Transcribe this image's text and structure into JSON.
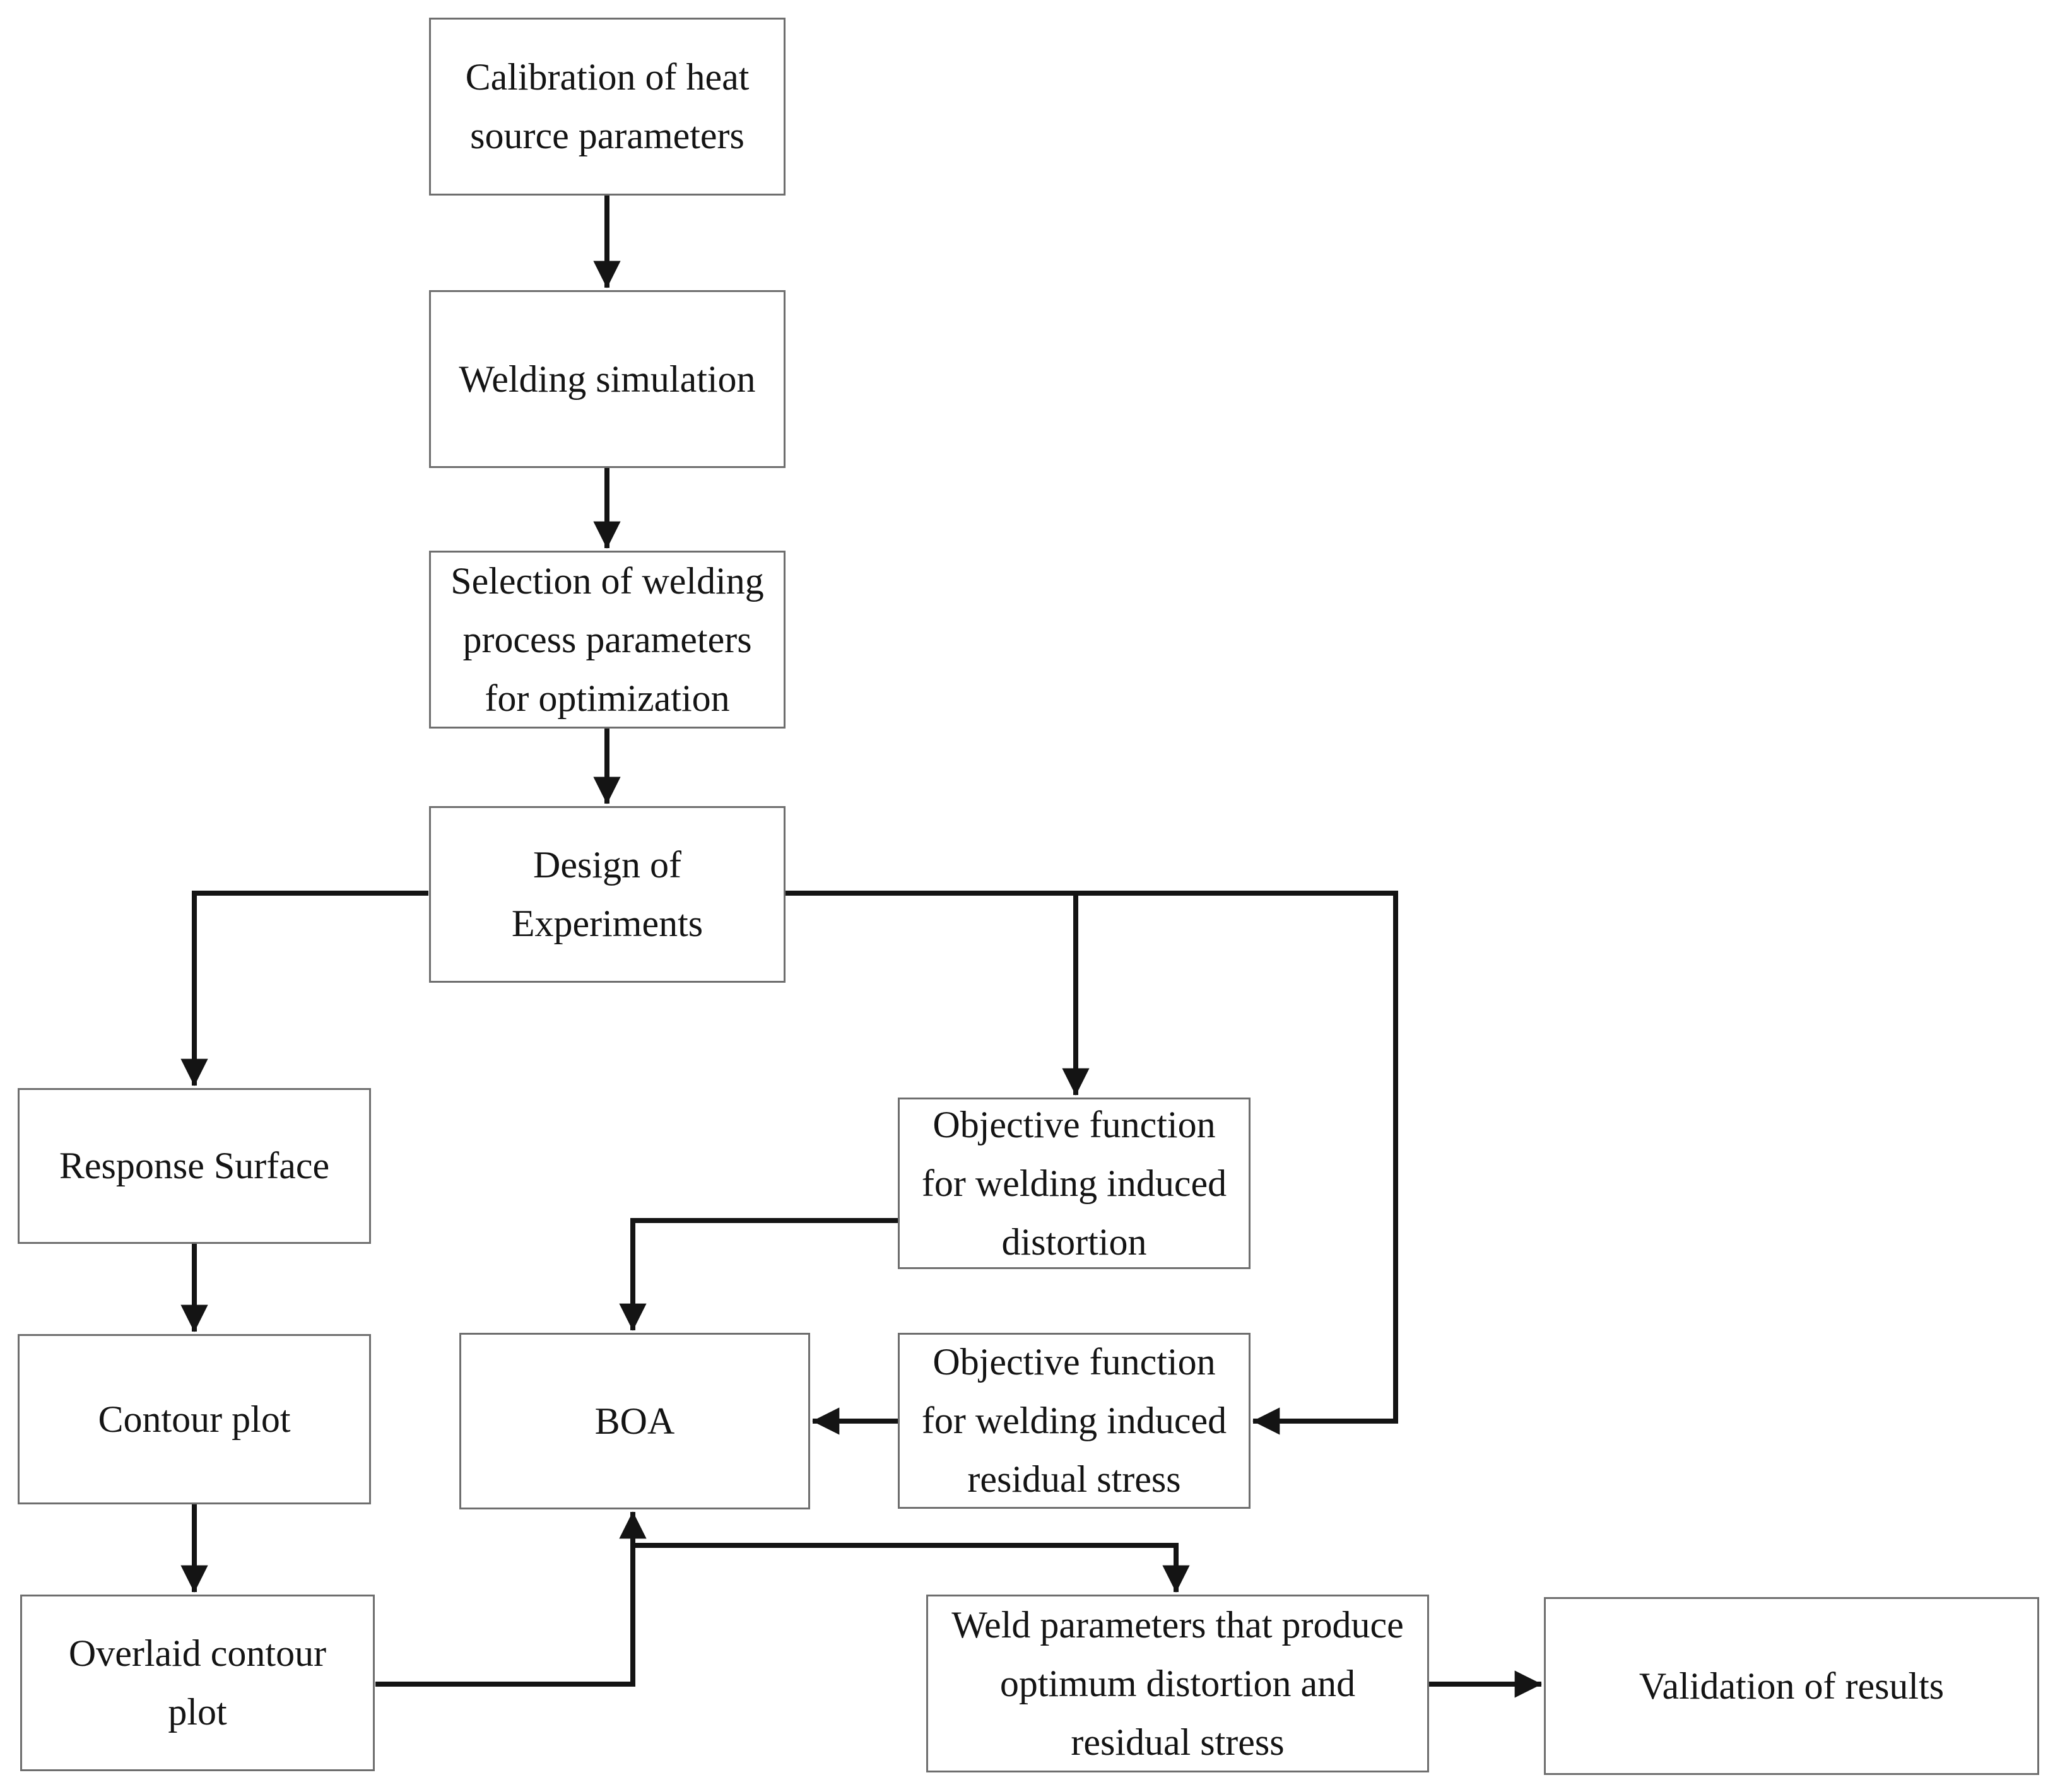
{
  "diagram": {
    "type": "flowchart",
    "colors": {
      "background": "#ffffff",
      "box_border": "#6e6e6e",
      "connector_line": "#141414",
      "text": "#141414"
    },
    "nodes": [
      {
        "id": "calibration",
        "label": "Calibration of heat source parameters"
      },
      {
        "id": "welding-simulation",
        "label": "Welding simulation"
      },
      {
        "id": "selection",
        "label": "Selection of welding process parameters for optimization"
      },
      {
        "id": "doe",
        "label": "Design of Experiments"
      },
      {
        "id": "response-surface",
        "label": "Response Surface"
      },
      {
        "id": "contour-plot",
        "label": "Contour plot"
      },
      {
        "id": "overlaid-contour",
        "label": "Overlaid contour plot"
      },
      {
        "id": "obj-distortion",
        "label": "Objective function for welding induced distortion"
      },
      {
        "id": "boa",
        "label": "BOA"
      },
      {
        "id": "obj-residual",
        "label": "Objective function for welding induced residual stress"
      },
      {
        "id": "weld-parameters",
        "label": "Weld parameters that produce optimum distortion and residual stress"
      },
      {
        "id": "validation",
        "label": "Validation of results"
      }
    ],
    "edges": [
      {
        "from": "calibration",
        "to": "welding-simulation"
      },
      {
        "from": "welding-simulation",
        "to": "selection"
      },
      {
        "from": "selection",
        "to": "doe"
      },
      {
        "from": "doe",
        "to": "response-surface"
      },
      {
        "from": "response-surface",
        "to": "contour-plot"
      },
      {
        "from": "contour-plot",
        "to": "overlaid-contour"
      },
      {
        "from": "doe",
        "to": "obj-distortion"
      },
      {
        "from": "doe",
        "to": "obj-residual"
      },
      {
        "from": "obj-distortion",
        "to": "boa"
      },
      {
        "from": "obj-residual",
        "to": "boa"
      },
      {
        "from": "overlaid-contour",
        "to": "boa"
      },
      {
        "from": "boa",
        "to": "weld-parameters"
      },
      {
        "from": "weld-parameters",
        "to": "validation"
      }
    ]
  }
}
